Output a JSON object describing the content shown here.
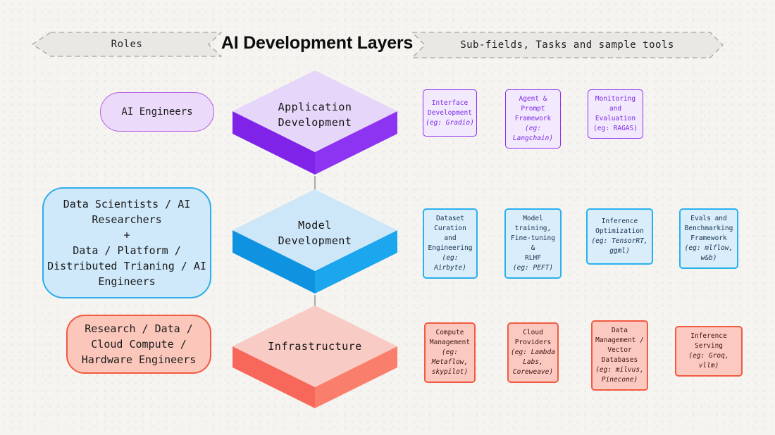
{
  "header": {
    "roles_banner_label": "Roles",
    "title": "AI Development Layers",
    "subfields_banner_label": "Sub-fields, Tasks and sample tools"
  },
  "colors": {
    "background": "#f5f4f1",
    "banner_fill": "#e9e8e5",
    "banner_dash_border": "#b3b1ae",
    "arrow": "#8c8c8c",
    "application_top": "#e6d6f9",
    "application_side": "#8b2ff0",
    "application_box_bg": "#f2e9fd",
    "application_box_border": "#8c2ff2",
    "application_text": "#7d2ae8",
    "model_top": "#cde7f9",
    "model_side": "#17a0ea",
    "model_box_bg": "#d9edfb",
    "model_box_border": "#2ab0ee",
    "infrastructure_top": "#f9cbc5",
    "infrastructure_side": "#f8705e",
    "infrastructure_box_bg": "#fbc9bf",
    "infrastructure_box_border": "#f25a41"
  },
  "layers": [
    {
      "name": "Application Development",
      "label": "Application\nDevelopment",
      "role": "AI Engineers",
      "tools": [
        {
          "name": "Interface\nDevelopment",
          "example": "(eg: Gradio)"
        },
        {
          "name": "Agent &\nPrompt\nFramework",
          "example": "(eg:\nLangchain)"
        },
        {
          "name": "Monitoring\nand\nEvaluation",
          "example": "(eg: RAGAS)"
        }
      ]
    },
    {
      "name": "Model Development",
      "label": "Model\nDevelopment",
      "role": "Data Scientists / AI\nResearchers\n+\nData / Platform /\nDistributed Trianing / AI\nEngineers",
      "tools": [
        {
          "name": "Dataset\nCuration and\nEngineering",
          "example": "(eg:\nAirbyte)"
        },
        {
          "name": "Model\ntraining,\nFine-tuning &\nRLHF",
          "example": "(eg: PEFT)"
        },
        {
          "name": "Inference\nOptimization",
          "example": "(eg: TensorRT,\nggml)"
        },
        {
          "name": "Evals and\nBenchmarking\nFramework",
          "example": "(eg: mlflow,\nw&b)"
        }
      ]
    },
    {
      "name": "Infrastructure",
      "label": "Infrastructure",
      "role": "Research / Data /\nCloud Compute /\nHardware Engineers",
      "tools": [
        {
          "name": "Compute\nManagement",
          "example": "(eg:\nMetaflow,\nskypilot)"
        },
        {
          "name": "Cloud\nProviders",
          "example": "(eg: Lambda\nLabs,\nCoreweave)"
        },
        {
          "name": "Data\nManagement /\nVector\nDatabases",
          "example": "(eg: milvus,\nPinecone)"
        },
        {
          "name": "Inference\nServing",
          "example": "(eg: Groq, vllm)"
        }
      ]
    }
  ]
}
